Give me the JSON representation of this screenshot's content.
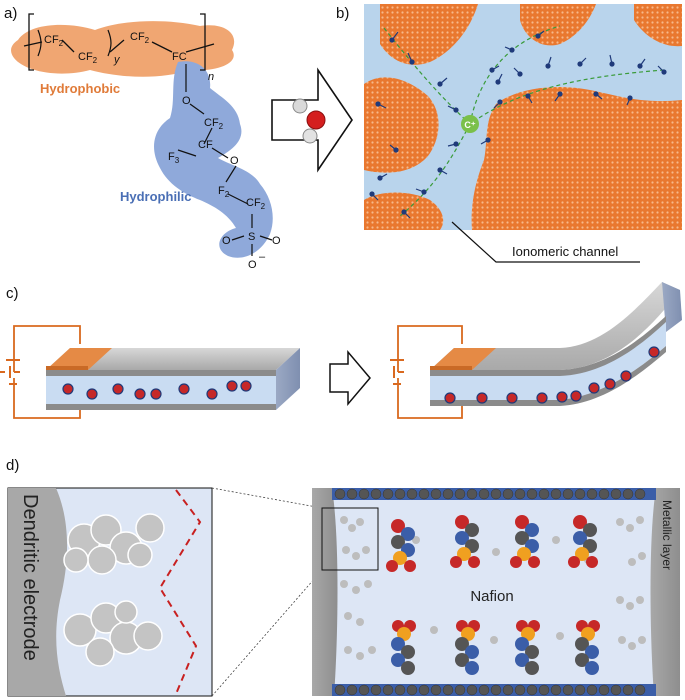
{
  "panels": {
    "a": {
      "label": "a)",
      "atoms": {
        "cf2_left": "CF",
        "cf2_bottom": "CF",
        "cf2_top": "CF",
        "fc": "FC",
        "o1": "O",
        "cf2_mid": "CF",
        "cf": "CF",
        "cf3": "F",
        "o2": "O",
        "cf2_low_l": "F",
        "cf2_low_r": "CF",
        "s": "S",
        "o_l": "O",
        "o_r": "O",
        "o_b": "O"
      },
      "subscripts": {
        "two": "2",
        "three": "3",
        "y": "y",
        "n": "n",
        "minus": "–"
      },
      "hydrophobic": "Hydrophobic",
      "hydrophilic": "Hydrophilic"
    },
    "b": {
      "label": "b)",
      "cation": "C⁺",
      "channel_label": "Ionomeric channel"
    },
    "c": {
      "label": "c)"
    },
    "d": {
      "label": "d)",
      "electrode_label": "Dendritic electrode",
      "center_label": "Nafion",
      "metal_label": "Metallic layer"
    }
  },
  "colors": {
    "hydrophobic": "#f0a672",
    "hydrophobic_text": "#e07b39",
    "hydrophilic": "#8fa9da",
    "hydrophilic_text": "#4a6fb5",
    "channel": "#b9d4ec",
    "matrix": "#e9782f",
    "electrode_plate": "#e58a45",
    "ion": "#c62828",
    "wire": "#d9691f"
  }
}
